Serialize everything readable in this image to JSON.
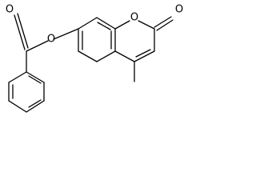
{
  "structure": {
    "atom_labels": [
      "O",
      "O",
      "O",
      "O"
    ]
  }
}
